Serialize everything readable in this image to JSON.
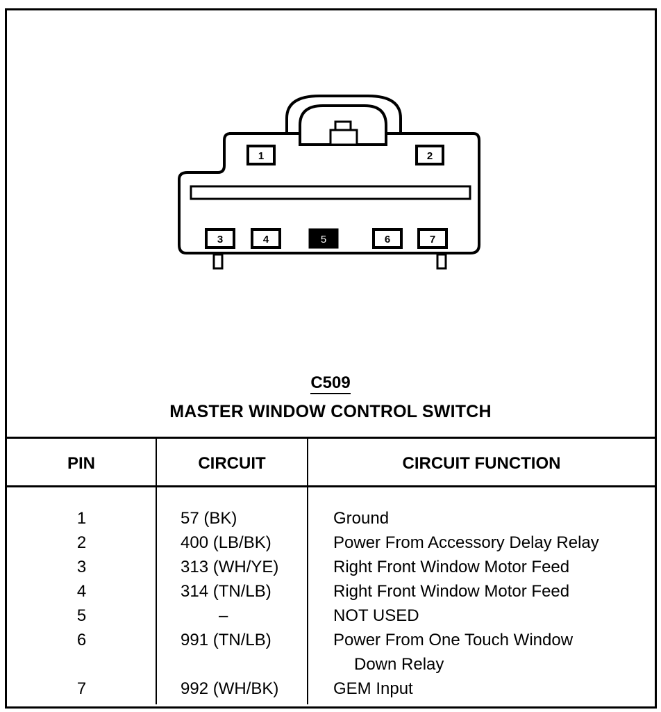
{
  "connector": {
    "id": "C509",
    "name": "MASTER WINDOW CONTROL SWITCH",
    "pins_upper": [
      "1",
      "2"
    ],
    "pins_lower": [
      "3",
      "4",
      "5",
      "6",
      "7"
    ],
    "unused_pin": "5"
  },
  "table": {
    "headers": [
      "PIN",
      "CIRCUIT",
      "CIRCUIT FUNCTION"
    ],
    "rows": [
      {
        "pin": "1",
        "circuit": "57 (BK)",
        "function": "Ground"
      },
      {
        "pin": "2",
        "circuit": "400 (LB/BK)",
        "function": "Power From Accessory Delay Relay"
      },
      {
        "pin": "3",
        "circuit": "313 (WH/YE)",
        "function": "Right Front Window Motor Feed"
      },
      {
        "pin": "4",
        "circuit": "314 (TN/LB)",
        "function": "Right Front Window Motor Feed"
      },
      {
        "pin": "5",
        "circuit": "–",
        "function": "NOT USED"
      },
      {
        "pin": "6",
        "circuit": "991 (TN/LB)",
        "function": "Power From One Touch Window",
        "function_cont": "Down Relay"
      },
      {
        "pin": "7",
        "circuit": "992 (WH/BK)",
        "function": "GEM Input"
      }
    ]
  }
}
